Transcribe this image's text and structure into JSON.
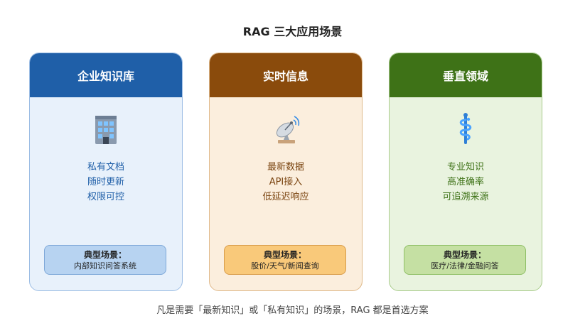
{
  "title": "RAG 三大应用场景",
  "cards": [
    {
      "header": "企业知识库",
      "icon": "office-building-icon",
      "features": [
        "私有文档",
        "随时更新",
        "权限可控"
      ],
      "scene_label": "典型场景：",
      "scene_value": "内部知识问答系统",
      "color": "#1f5fa8"
    },
    {
      "header": "实时信息",
      "icon": "satellite-antenna-icon",
      "features": [
        "最新数据",
        "API接入",
        "低延迟响应"
      ],
      "scene_label": "典型场景：",
      "scene_value": "股价/天气/新闻查询",
      "color": "#8a4b0c"
    },
    {
      "header": "垂直领域",
      "icon": "medical-staff-icon",
      "features": [
        "专业知识",
        "高准确率",
        "可追溯来源"
      ],
      "scene_label": "典型场景：",
      "scene_value": "医疗/法律/金融问答",
      "color": "#3e7217"
    }
  ],
  "footer": "凡是需要「最新知识」或「私有知识」的场景，RAG 都是首选方案"
}
